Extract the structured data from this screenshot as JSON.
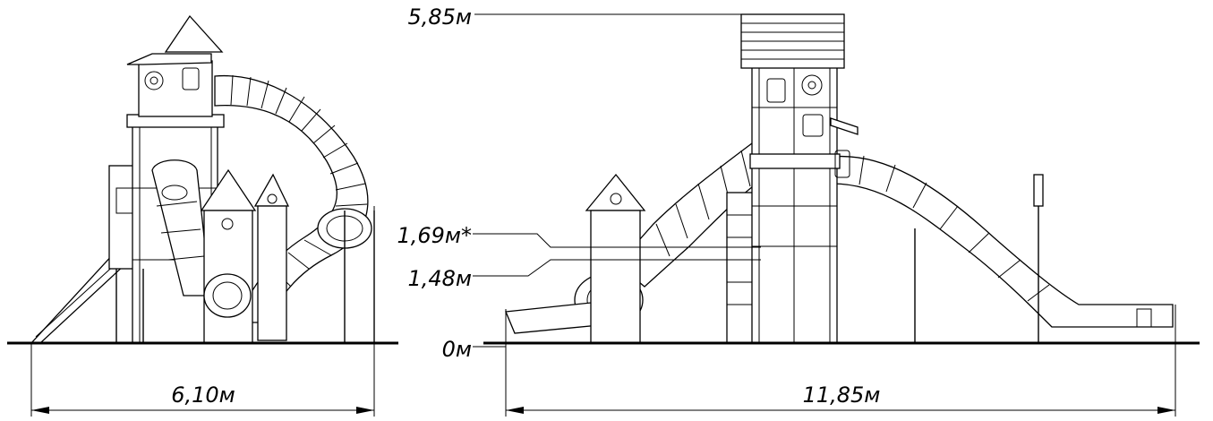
{
  "height_marks": {
    "top": "5,85м",
    "platform_high": "1,69м*",
    "platform_low": "1,48м",
    "ground": "0м"
  },
  "dimensions": {
    "side_width": "6,10м",
    "front_length": "11,85м"
  }
}
